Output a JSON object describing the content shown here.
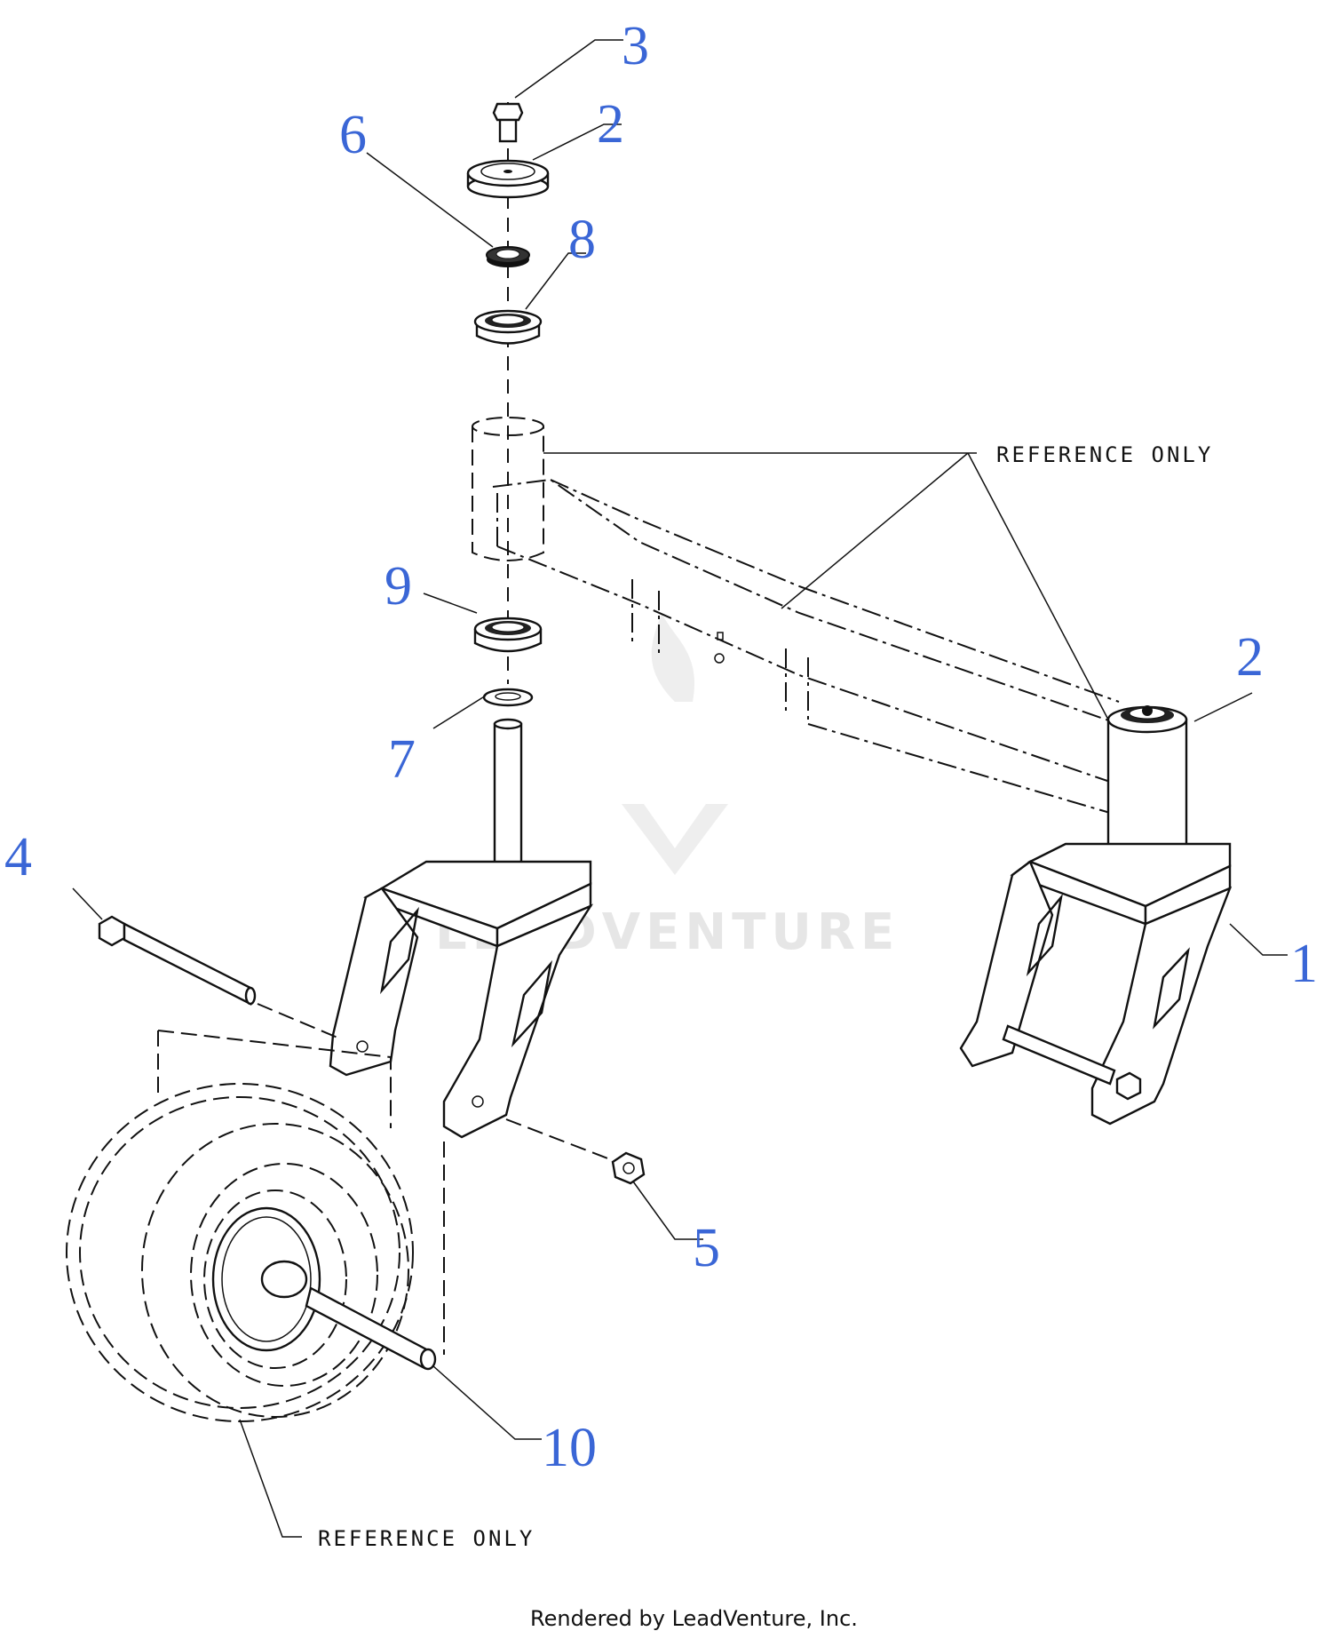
{
  "callouts": {
    "c1": "1",
    "c2a": "2",
    "c2b": "2",
    "c3": "3",
    "c4": "4",
    "c5": "5",
    "c6": "6",
    "c7": "7",
    "c8": "8",
    "c9": "9",
    "c10": "10"
  },
  "reference_labels": {
    "axle": "REFERENCE ONLY",
    "wheel": "REFERENCE ONLY"
  },
  "watermark": "LEADVENTURE",
  "footer": "Rendered by LeadVenture, Inc.",
  "colors": {
    "callout": "#3a66d6",
    "line": "#111111",
    "watermark": "#e6e6e6"
  }
}
